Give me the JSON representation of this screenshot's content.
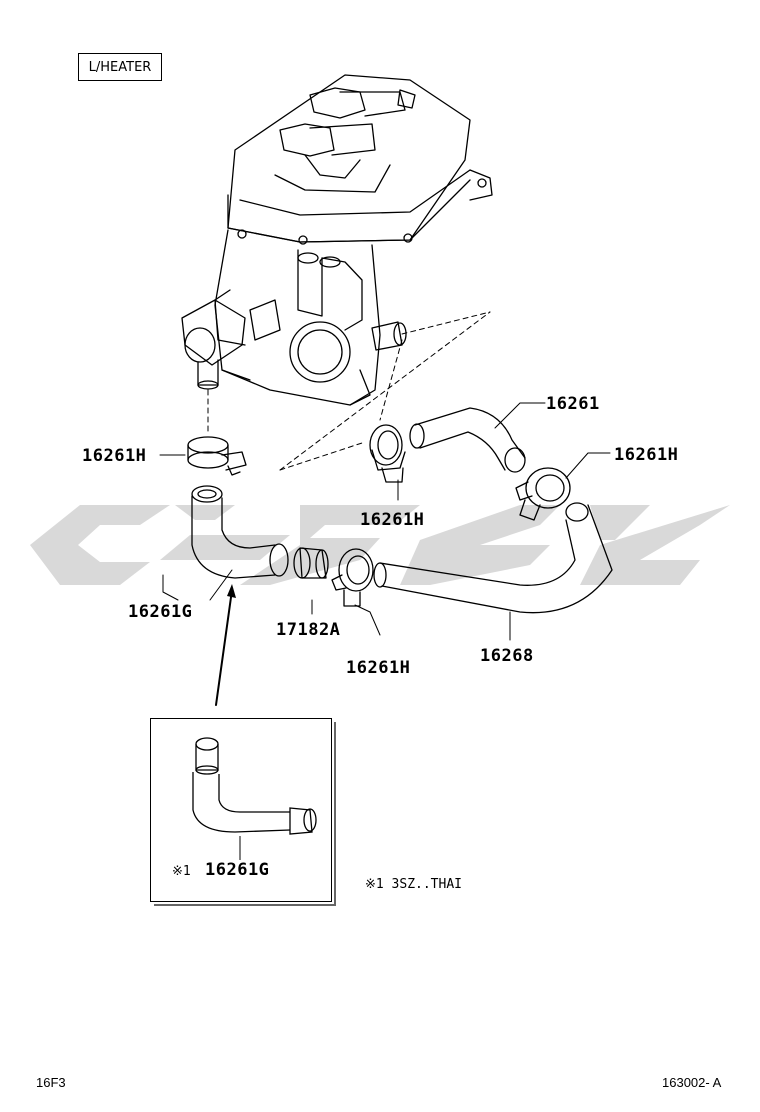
{
  "header": {
    "variant_box": "L/HEATER"
  },
  "parts": {
    "hose_upper": "16261",
    "clamp_upper_right": "16261H",
    "clamp_upper_left": "16261H",
    "clamp_middle": "16261H",
    "clamp_lower": "16261H",
    "hose_lower_left": "16261G",
    "union": "17182A",
    "hose_long": "16268"
  },
  "inset": {
    "marker": "※1",
    "part": "16261G"
  },
  "footnote": "※1  3SZ..THAI",
  "footer": {
    "left_code": "16F3",
    "right_code": "163002- A"
  },
  "colors": {
    "line": "#000000",
    "watermark": "#d9d9d9"
  }
}
